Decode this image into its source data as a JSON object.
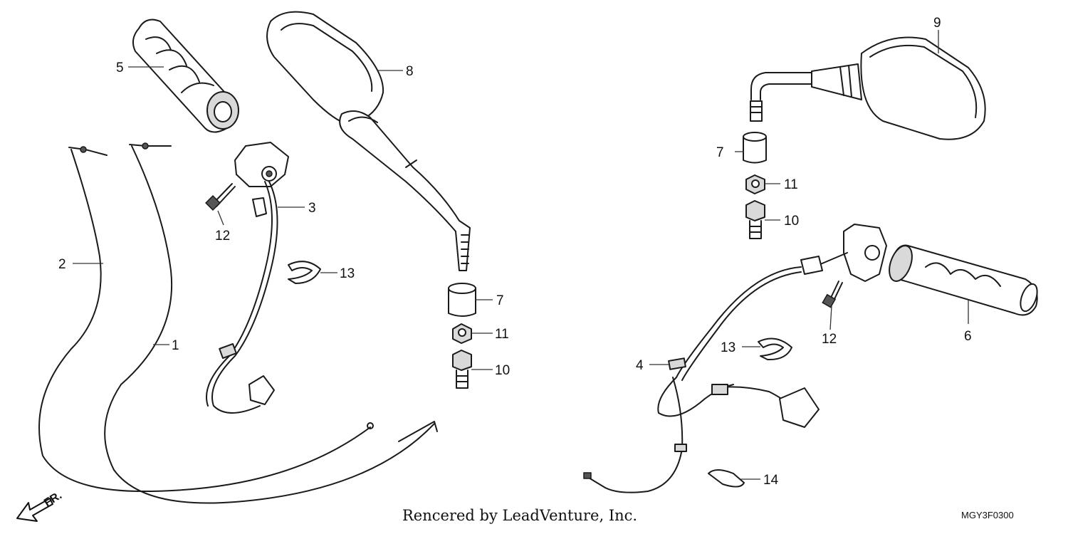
{
  "callouts": {
    "p1": "1",
    "p2": "2",
    "p3": "3",
    "p4": "4",
    "p5": "5",
    "p6": "6",
    "p7a": "7",
    "p7b": "7",
    "p8": "8",
    "p9": "9",
    "p10a": "10",
    "p10b": "10",
    "p11a": "11",
    "p11b": "11",
    "p12a": "12",
    "p12b": "12",
    "p13a": "13",
    "p13b": "13",
    "p14": "14"
  },
  "direction_label": "FR.",
  "footer": {
    "credit": "Rencered by LeadVenture, Inc.",
    "code": "MGY3F0300"
  }
}
